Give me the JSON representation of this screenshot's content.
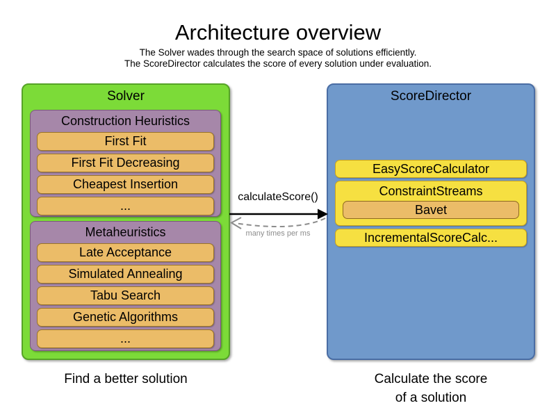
{
  "header": {
    "title": "Architecture overview",
    "subtitle1": "The Solver wades through the search space of solutions efficiently.",
    "subtitle2": "The ScoreDirector calculates the score of every solution under evaluation."
  },
  "solver": {
    "label": "Solver",
    "caption": "Find a better solution",
    "construction_heuristics": {
      "label": "Construction Heuristics",
      "items": [
        "First Fit",
        "First Fit Decreasing",
        "Cheapest Insertion",
        "..."
      ]
    },
    "metaheuristics": {
      "label": "Metaheuristics",
      "items": [
        "Late Acceptance",
        "Simulated Annealing",
        "Tabu Search",
        "Genetic Algorithms",
        "..."
      ]
    }
  },
  "score_director": {
    "label": "ScoreDirector",
    "caption_line1": "Calculate the score",
    "caption_line2": "of a solution",
    "easy_calculator": "EasyScoreCalculator",
    "constraint_streams": "ConstraintStreams",
    "bavet": "Bavet",
    "incremental_calculator": "IncrementalScoreCalc..."
  },
  "arrow": {
    "label": "calculateScore()",
    "sublabel": "many times per ms"
  },
  "colors": {
    "solver_fill": "#7cdb38",
    "solver_border": "#56a327",
    "heuristic_group_fill": "#a687a9",
    "heuristic_group_border": "#7c577f",
    "algorithm_fill": "#ebbc68",
    "algorithm_border": "#9a7426",
    "score_director_fill": "#7099cb",
    "score_director_border": "#4a6da4",
    "calculator_fill": "#f6e041",
    "calculator_border": "#c9a41e",
    "arrow_solid": "#000000",
    "arrow_dashed": "#8c8c8c"
  }
}
